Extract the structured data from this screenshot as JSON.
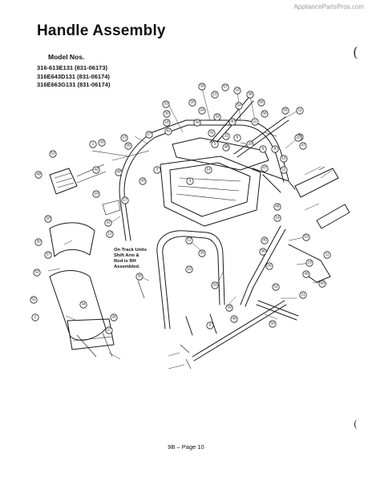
{
  "watermark": "AppliancePartsPros.com",
  "title": "Handle Assembly",
  "model_heading": "Model Nos.",
  "models": [
    "316-613E131 (831-06173)",
    "316E643D131 (831-06174)",
    "316E663G131 (831-06174)"
  ],
  "note": [
    "On Track Units",
    "Shift Arm &",
    "Rod is RH",
    "Assembled."
  ],
  "footer": "9B – Page 10",
  "margin_marks": [
    "(",
    "("
  ],
  "callouts": [
    "39",
    "15",
    "57",
    "10",
    "38",
    "56",
    "28",
    "24",
    "54",
    "58",
    "33",
    "30",
    "18",
    "41",
    "39",
    "27",
    "13",
    "43",
    "32",
    "40",
    "11",
    "55",
    "11",
    "12",
    "47",
    "31",
    "6",
    "41",
    "5",
    "46",
    "29",
    "6",
    "8",
    "47",
    "11",
    "15",
    "55",
    "1",
    "53",
    "48",
    "42",
    "49",
    "3",
    "43",
    "14",
    "3",
    "19",
    "17",
    "20",
    "32",
    "13",
    "30",
    "37",
    "52",
    "12",
    "35",
    "15",
    "35",
    "31",
    "46",
    "16",
    "53",
    "45",
    "36",
    "22",
    "23",
    "11",
    "26",
    "49",
    "52",
    "60",
    "21",
    "34",
    "51",
    "2",
    "39",
    "50",
    "26",
    "27",
    "48",
    "9"
  ]
}
